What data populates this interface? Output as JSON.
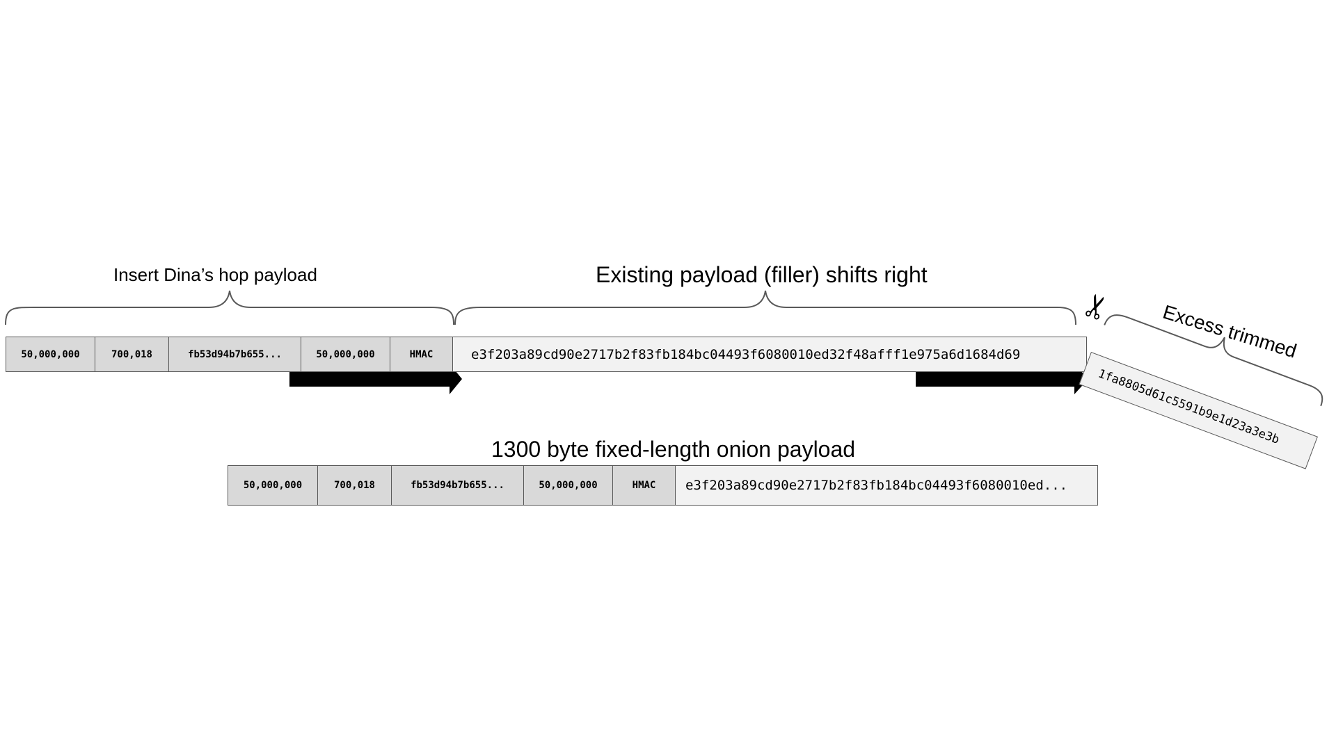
{
  "labels": {
    "insert": "Insert Dina’s hop payload",
    "existing": "Existing payload (filler) shifts right",
    "trimmed": "Excess trimmed",
    "fixed": "1300 byte fixed-length onion payload"
  },
  "top_row": {
    "cells": [
      "50,000,000",
      "700,018",
      "fb53d94b7b655...",
      "50,000,000",
      "HMAC"
    ],
    "filler": "e3f203a89cd90e2717b2f83fb184bc04493f6080010ed32f48afff1e975a6d1684d69"
  },
  "trimmed_box": {
    "text": "1fa8805d61c5591b9e1d23a3e3b"
  },
  "bottom_row": {
    "cells": [
      "50,000,000",
      "700,018",
      "fb53d94b7b655...",
      "50,000,000",
      "HMAC"
    ],
    "filler": "e3f203a89cd90e2717b2f83fb184bc04493f6080010ed..."
  },
  "icons": {
    "scissors": "scissors-icon",
    "arrow": "right-arrow-icon",
    "brace": "curly-brace"
  }
}
